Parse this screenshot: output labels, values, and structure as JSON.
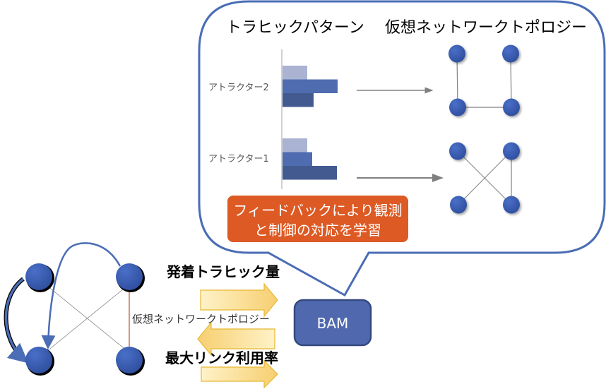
{
  "callout": {
    "traffic_pattern_title": "トラヒックパターン",
    "vnt_title": "仮想ネットワークトポロジー",
    "feedback_line1": "フィードバックにより観測",
    "feedback_line2": "と制御の対応を学習",
    "attractors": [
      {
        "label": "アトラクター2",
        "bars": [
          35,
          78,
          44
        ],
        "topology": "u-shape"
      },
      {
        "label": "アトラクター1",
        "bars": [
          35,
          42,
          77
        ],
        "topology": "x-shape"
      }
    ]
  },
  "lower": {
    "traffic_label": "発着トラヒック量",
    "vnt_label": "仮想ネットワークトポロジー",
    "link_util_label": "最大リンク利用率",
    "bam_label": "BAM"
  },
  "colors": {
    "outline": "#4a6db5",
    "node": "#3a5cb0",
    "bar_light": "#aab3d2",
    "bar_mid": "#4f6cb0",
    "bar_dark": "#435a90",
    "feedback_bg": "#dd5a24",
    "bam_bg": "#5068ad",
    "arrow_fill": "#fde4a0",
    "arrow_stroke": "#e8b830"
  }
}
